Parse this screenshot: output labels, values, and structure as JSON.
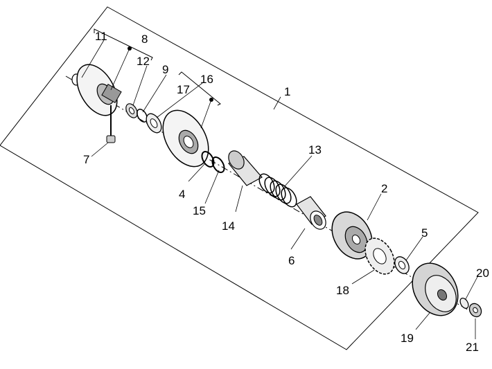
{
  "diagram": {
    "callouts": [
      {
        "id": "c1",
        "label": "1"
      },
      {
        "id": "c2",
        "label": "2"
      },
      {
        "id": "c4",
        "label": "4"
      },
      {
        "id": "c5",
        "label": "5"
      },
      {
        "id": "c6",
        "label": "6"
      },
      {
        "id": "c7",
        "label": "7"
      },
      {
        "id": "c8",
        "label": "8"
      },
      {
        "id": "c9",
        "label": "9"
      },
      {
        "id": "c11",
        "label": "11"
      },
      {
        "id": "c12",
        "label": "12"
      },
      {
        "id": "c13",
        "label": "13"
      },
      {
        "id": "c14",
        "label": "14"
      },
      {
        "id": "c15",
        "label": "15"
      },
      {
        "id": "c16",
        "label": "16"
      },
      {
        "id": "c17",
        "label": "17"
      },
      {
        "id": "c18",
        "label": "18"
      },
      {
        "id": "c19",
        "label": "19"
      },
      {
        "id": "c20",
        "label": "20"
      },
      {
        "id": "c21",
        "label": "21"
      }
    ]
  }
}
